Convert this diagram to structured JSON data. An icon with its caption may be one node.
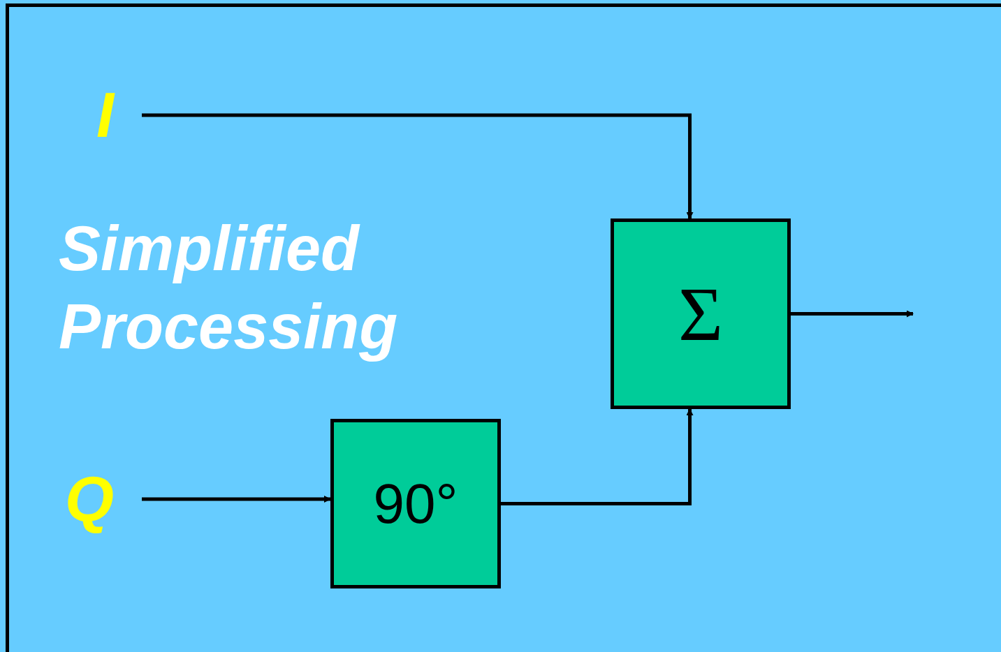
{
  "diagram": {
    "title": "Simplified Processing",
    "nodes": [
      {
        "text": [
          "I"
        ]
      },
      {
        "text": [
          "Q"
        ]
      },
      {
        "text": [
          "Σ"
        ]
      },
      {
        "text": [
          "90°"
        ]
      }
    ],
    "edges": [
      {
        "from": 0,
        "to": 2,
        "arrow": "to"
      },
      {
        "from": 1,
        "to": 3,
        "arrow": "to"
      },
      {
        "from": 3,
        "to": 2,
        "arrow": "to"
      },
      {
        "from": 2,
        "to": null,
        "arrow": "to"
      }
    ]
  }
}
